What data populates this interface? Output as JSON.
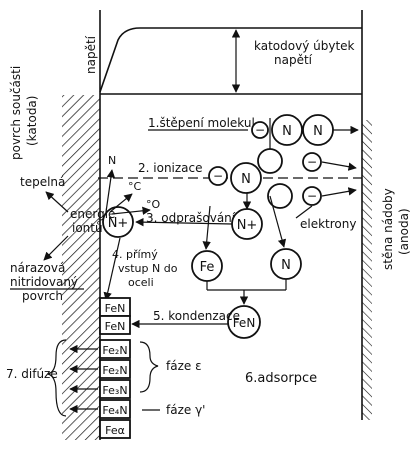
{
  "labels": {
    "napeti": "napětí",
    "katodovy": "katodový úbytek",
    "katodovy2": "napětí",
    "povrch_soucasti": "povrch součásti",
    "katoda": "(katoda)",
    "stena_nadoby": "stěna nádoby",
    "anoda": "(anoda)",
    "step1": "1.štěpení molekul",
    "step2": "2. ionizace",
    "step3": "3. odprašování",
    "step4a": "4. přímý",
    "step4b": "vstup N do",
    "step4c": "oceli",
    "step5": "5. kondenzace",
    "step6": "6.adsorpce",
    "step7": "7. difúze",
    "elektrony": "elektrony",
    "tepelna": "tepelná",
    "energie": "energie",
    "iontu": "iontů",
    "narazova": "nárazová",
    "nitridovany": "nitridovaný",
    "povrch": "povrch",
    "faze_eps": "fáze ε",
    "faze_gamma": "fáze γ'"
  },
  "particles": {
    "N": "N",
    "N_plus": "N+",
    "Fe": "Fe",
    "FeN": "FeN",
    "minus": "−",
    "small_N": "N",
    "small_C": "°C",
    "small_O": "°O"
  },
  "layers": [
    "FeN",
    "FeN",
    "Fe₂N",
    "Fe₂N",
    "Fe₃N",
    "Fe₄N",
    "Feα"
  ],
  "colors": {
    "ink": "#111111",
    "paper": "#ffffff"
  }
}
